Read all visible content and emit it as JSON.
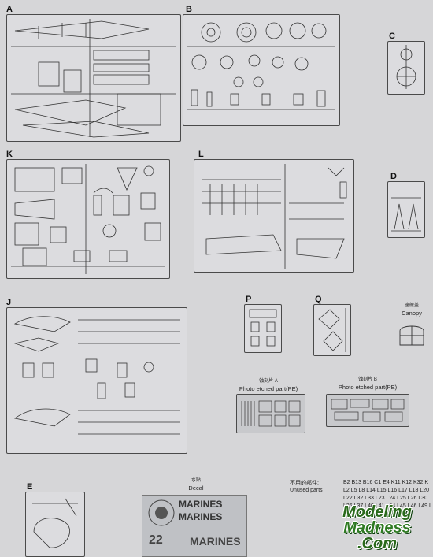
{
  "sprue_letters": {
    "A": "A",
    "B": "B",
    "C": "C",
    "K": "K",
    "L": "L",
    "D": "D",
    "J": "J",
    "P": "P",
    "Q": "Q",
    "E": "E"
  },
  "canopy": {
    "cn": "座舱盖",
    "en": "Canopy"
  },
  "pe_a": {
    "cn": "蚀刻片 A",
    "en": "Photo etched part(PE)"
  },
  "pe_b": {
    "cn": "蚀刻片 B",
    "en": "Photo etched part(PE)"
  },
  "decal": {
    "cn": "水贴",
    "en": "Decal"
  },
  "unused": {
    "cn": "不用的部件:",
    "en": "Unused parts",
    "list": "B2 B13 B16 C1 E4 K11 K12 K32 K L2 L5 L8 L14 L15 L16 L17 L18 L20 L22 L32 L33 L23 L24 L25 L26 L30 L36 L37 L40 L41 L44 L45 L46 L49 L"
  },
  "decal_sheet": {
    "text1": "MARINES",
    "text2": "MARINES",
    "text3": "MARINES",
    "num": "22"
  },
  "watermark": {
    "line1": "Modeling",
    "line2": "Madness",
    "line3": ".Com"
  }
}
